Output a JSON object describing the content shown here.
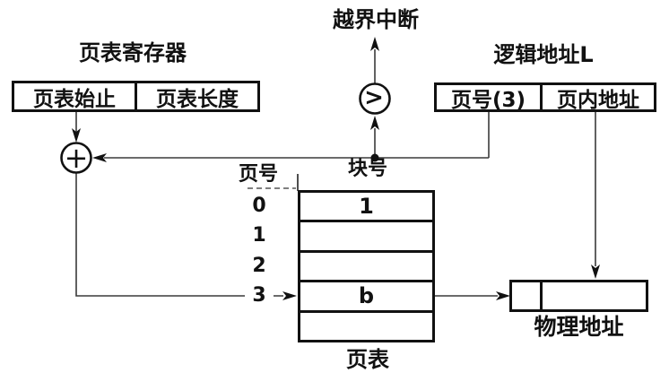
{
  "diagram": {
    "interrupt_label": "越界中断",
    "register": {
      "title": "页表寄存器",
      "cells": [
        "页表始止",
        "页表长度"
      ]
    },
    "logical_address": {
      "title": "逻辑地址L",
      "cells": [
        "页号(3)",
        "页内地址"
      ]
    },
    "adder_symbol": "+",
    "comparator_symbol": ">",
    "page_table": {
      "label": "页表",
      "page_col_header": "页号",
      "block_col_header": "块号",
      "row_indices": [
        "0",
        "1",
        "2",
        "3"
      ],
      "rows": [
        {
          "value": "1"
        },
        {
          "value": ""
        },
        {
          "value": ""
        },
        {
          "value": "b"
        },
        {
          "value": ""
        }
      ]
    },
    "physical_address": {
      "label": "物理地址",
      "cells": [
        "",
        ""
      ]
    },
    "colors": {
      "background": "#ffffff",
      "box_border": "#111111",
      "wire": "#3a3a3a",
      "text": "#111111"
    }
  }
}
